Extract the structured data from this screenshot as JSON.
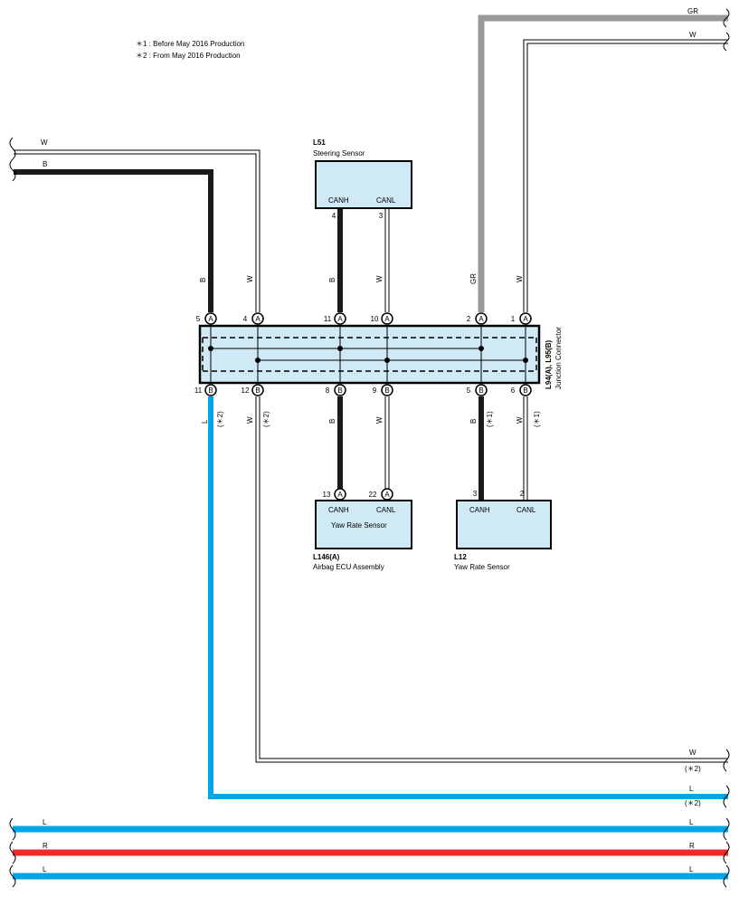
{
  "notes": {
    "note1": "＊1 : Before May 2016 Production",
    "note2": "＊2 : From May 2016 Production"
  },
  "connector": {
    "code": "L94(A), L95(B)",
    "name": "Junction Connector"
  },
  "steering_sensor": {
    "code": "L51",
    "name": "Steering Sensor",
    "canh": "CANH",
    "canl": "CANL",
    "pin_canh": "4",
    "pin_canl": "3"
  },
  "airbag_ecu": {
    "code": "L146(A)",
    "name": "Airbag ECU Assembly",
    "inner": "Yaw Rate Sensor",
    "canh": "CANH",
    "canl": "CANL",
    "pin_canh": "13",
    "pin_canl": "22",
    "pin_letter": "A"
  },
  "yaw_sensor": {
    "code": "L12",
    "name": "Yaw Rate Sensor",
    "canh": "CANH",
    "canl": "CANL",
    "pin_canh": "3",
    "pin_canl": "2"
  },
  "top_pins": [
    {
      "num": "5",
      "letter": "A",
      "wire": "B"
    },
    {
      "num": "4",
      "letter": "A",
      "wire": "W"
    },
    {
      "num": "11",
      "letter": "A",
      "wire": "B"
    },
    {
      "num": "10",
      "letter": "A",
      "wire": "W"
    },
    {
      "num": "2",
      "letter": "A",
      "wire": "GR"
    },
    {
      "num": "1",
      "letter": "A",
      "wire": "W"
    }
  ],
  "bottom_pins": [
    {
      "num": "11",
      "letter": "B",
      "wire": "L",
      "note": "(＊2)"
    },
    {
      "num": "12",
      "letter": "B",
      "wire": "W",
      "note": "(＊2)"
    },
    {
      "num": "8",
      "letter": "B",
      "wire": "B",
      "note": ""
    },
    {
      "num": "9",
      "letter": "B",
      "wire": "W",
      "note": ""
    },
    {
      "num": "5",
      "letter": "B",
      "wire": "B",
      "note": "(＊1)"
    },
    {
      "num": "6",
      "letter": "B",
      "wire": "W",
      "note": "(＊1)"
    }
  ],
  "wire_labels": {
    "top_right_gr": "GR",
    "top_right_w": "W",
    "left_w": "W",
    "left_b": "B",
    "right_w": "W",
    "right_w_note": "(＊2)",
    "right_l": "L",
    "right_l_note": "(＊2)",
    "bus1_left": "L",
    "bus1_right": "L",
    "bus2_left": "R",
    "bus2_right": "R",
    "bus3_left": "L",
    "bus3_right": "L"
  },
  "colors": {
    "black_wire": "#1a1a1a",
    "gray_wire": "#999999",
    "blue_wire": "#00a6e6",
    "red_wire": "#ee2a2a",
    "box_fill": "#cfe9f5"
  }
}
